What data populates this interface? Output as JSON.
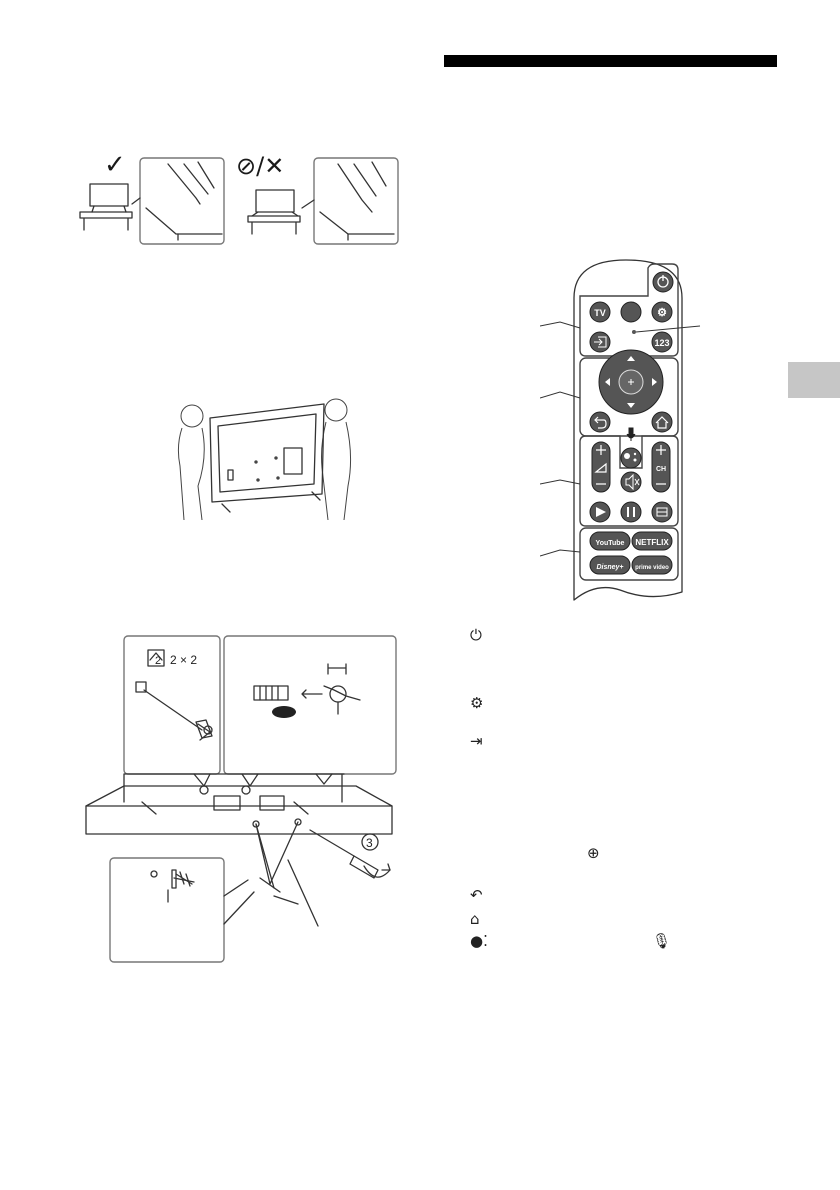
{
  "page": {
    "black_bar_color": "#000000",
    "gray_tab_color": "#c6c6c6"
  },
  "stand_figure": {
    "ok_mark": "✓",
    "ng_mark": "⊘/✕"
  },
  "screw_figure": {
    "screw_count": "2 × 2",
    "step_number": "3",
    "screw_icon_digit": "2"
  },
  "remote": {
    "buttons": {
      "tv": "TV",
      "num123": "123",
      "ch": "CH",
      "youtube": "YouTube",
      "netflix": "NETFLIX",
      "disney": "Disney+",
      "prime": "prime video"
    }
  },
  "legend": {
    "icons": [
      "power-icon",
      "gear-icon",
      "input-icon",
      "enter-icon",
      "back-icon",
      "home-icon",
      "assistant-icon",
      "microphone-icon"
    ]
  }
}
